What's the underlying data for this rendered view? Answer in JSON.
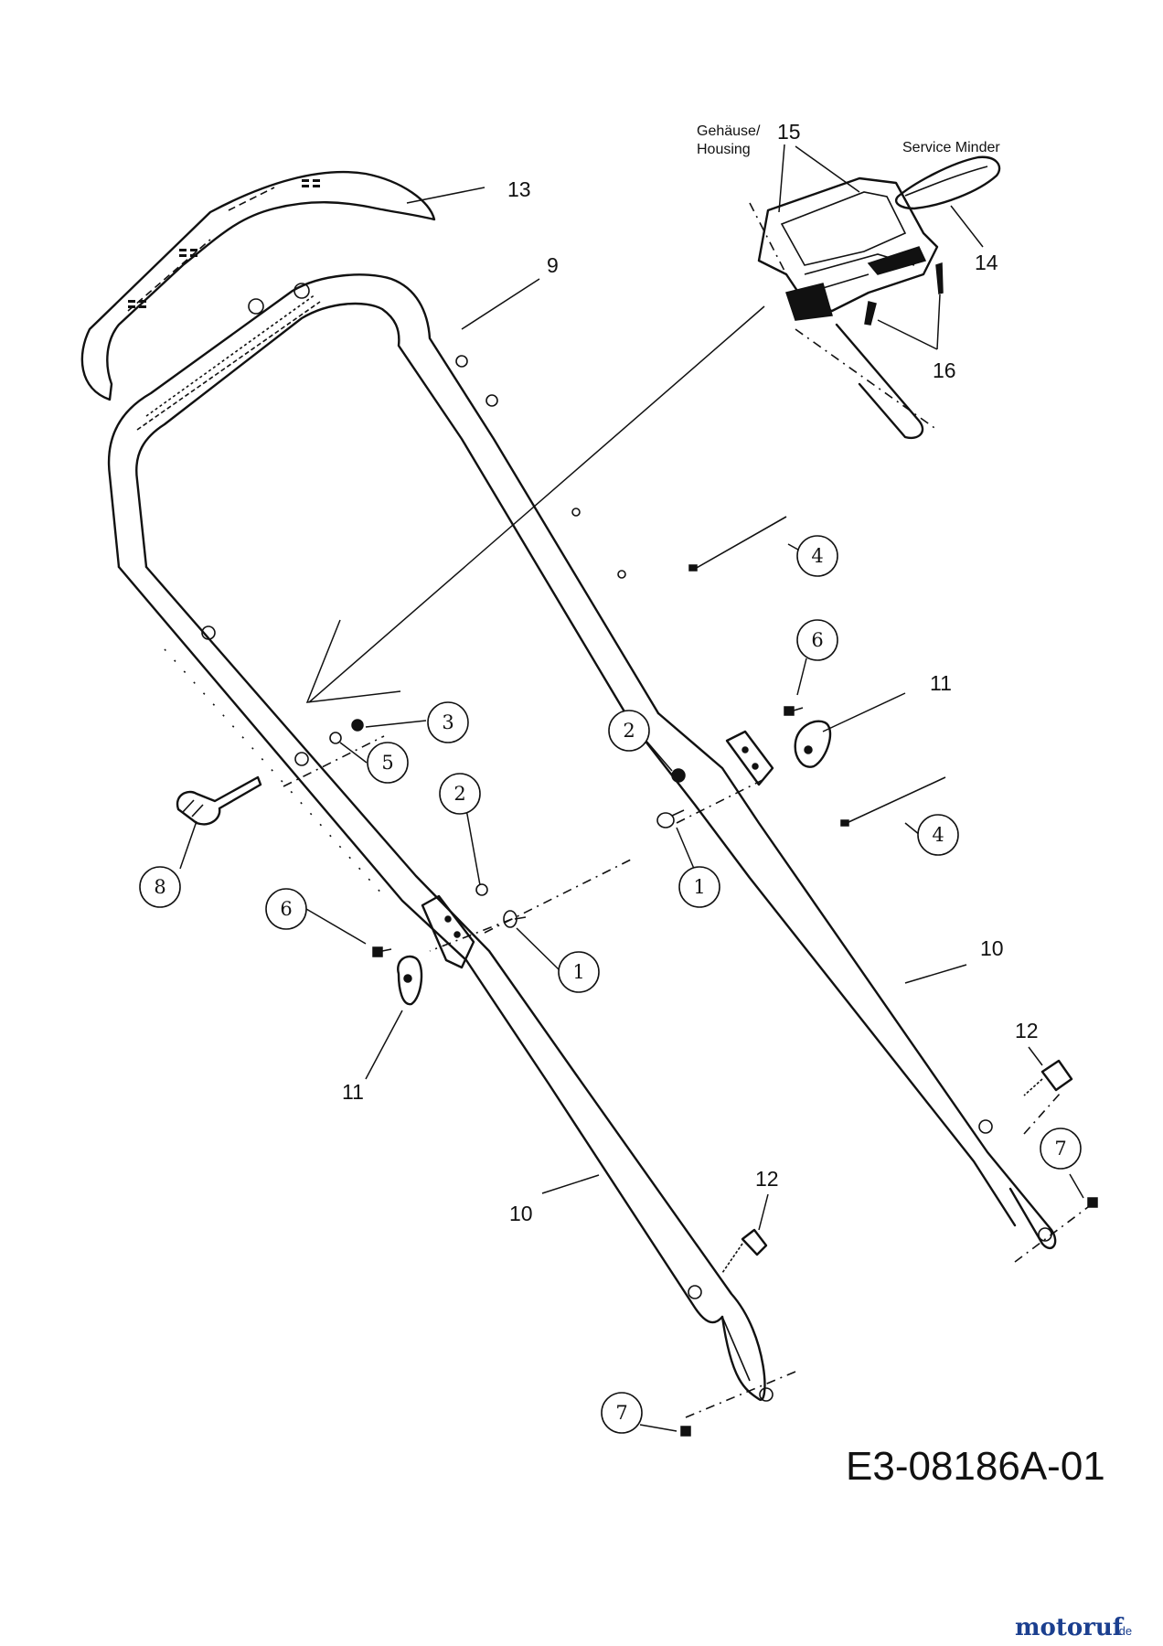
{
  "diagram": {
    "drawing_code": "E3-08186A-01",
    "housing_label_line1": "Gehäuse/",
    "housing_label_line2": "Housing",
    "service_minder_label": "Service Minder",
    "watermark": {
      "main": "motoruf",
      "suffix": ".de",
      "color": "#1b3f8f"
    },
    "callouts": [
      {
        "id": "c13",
        "number": "13",
        "style": "plain"
      },
      {
        "id": "c9",
        "number": "9",
        "style": "plain"
      },
      {
        "id": "c15",
        "number": "15",
        "style": "plain"
      },
      {
        "id": "c14",
        "number": "14",
        "style": "plain"
      },
      {
        "id": "c16",
        "number": "16",
        "style": "plain"
      },
      {
        "id": "c4a",
        "number": "4",
        "style": "circle"
      },
      {
        "id": "c6a",
        "number": "6",
        "style": "circle"
      },
      {
        "id": "c11a",
        "number": "11",
        "style": "plain"
      },
      {
        "id": "c3",
        "number": "3",
        "style": "circle"
      },
      {
        "id": "c5",
        "number": "5",
        "style": "circle"
      },
      {
        "id": "c2a",
        "number": "2",
        "style": "circle"
      },
      {
        "id": "c8",
        "number": "8",
        "style": "circle"
      },
      {
        "id": "c2b",
        "number": "2",
        "style": "circle"
      },
      {
        "id": "c1a",
        "number": "1",
        "style": "circle"
      },
      {
        "id": "c4b",
        "number": "4",
        "style": "circle"
      },
      {
        "id": "c6b",
        "number": "6",
        "style": "circle"
      },
      {
        "id": "c1b",
        "number": "1",
        "style": "circle"
      },
      {
        "id": "c11b",
        "number": "11",
        "style": "plain"
      },
      {
        "id": "c10a",
        "number": "10",
        "style": "plain"
      },
      {
        "id": "c12a",
        "number": "12",
        "style": "plain"
      },
      {
        "id": "c7a",
        "number": "7",
        "style": "circle"
      },
      {
        "id": "c10b",
        "number": "10",
        "style": "plain"
      },
      {
        "id": "c12b",
        "number": "12",
        "style": "plain"
      },
      {
        "id": "c7b",
        "number": "7",
        "style": "circle"
      }
    ]
  }
}
